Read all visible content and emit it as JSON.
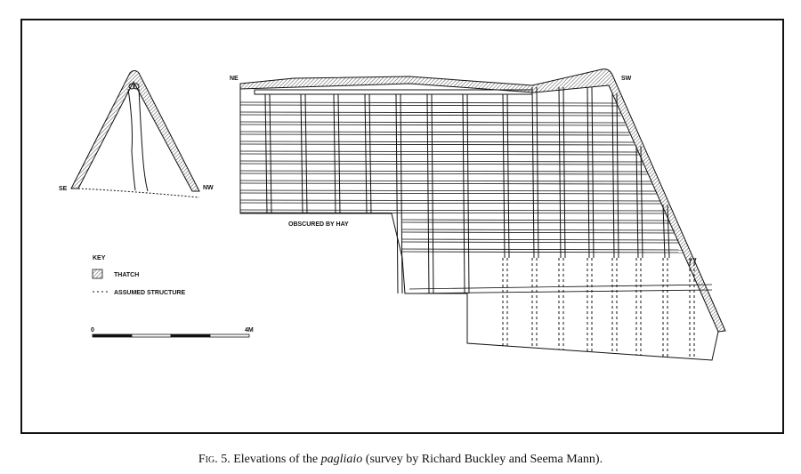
{
  "figure": {
    "labels": {
      "ne": "NE",
      "sw": "SW",
      "se": "SE",
      "nw": "NW",
      "obscured": "OBSCURED BY HAY"
    },
    "key": {
      "title": "KEY",
      "thatch": "THATCH",
      "assumed": "ASSUMED STRUCTURE"
    },
    "scale": {
      "start": "0",
      "end": "4M"
    }
  },
  "caption": {
    "fig": "Fig. 5.",
    "before": " Elevations of the ",
    "italic": "pagliaio",
    "after": " (survey by Richard Buckley and Seema Mann)."
  }
}
